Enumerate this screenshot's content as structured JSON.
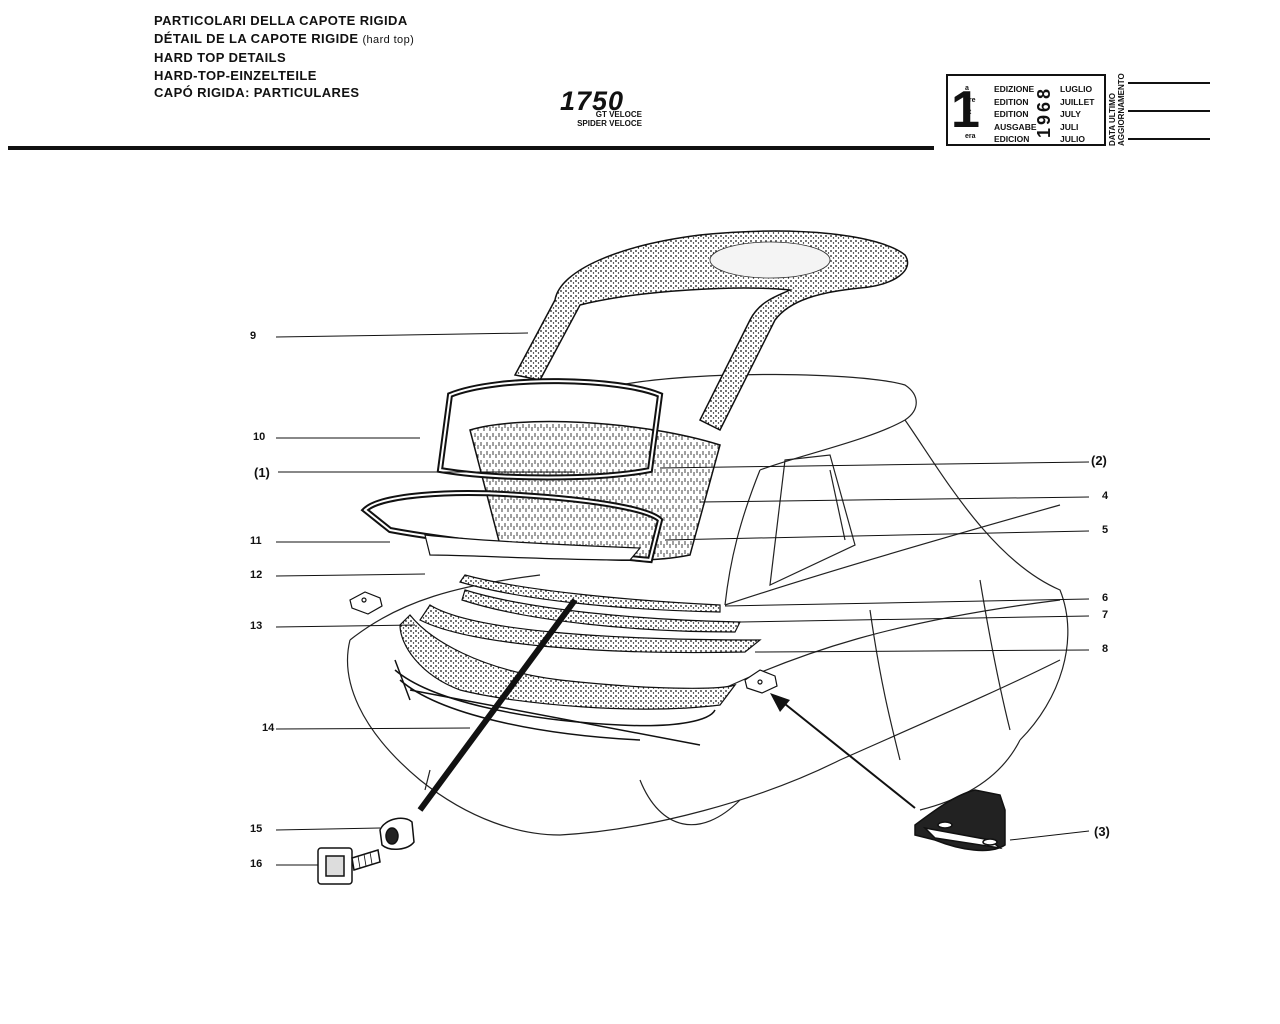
{
  "header": {
    "title_it": "PARTICOLARI DELLA CAPOTE RIGIDA",
    "title_fr": "DÉTAIL DE LA CAPOTE RIGIDE",
    "title_fr_note": "(hard top)",
    "title_en": "HARD TOP DETAILS",
    "title_de": "HARD-TOP-EINZELTEILE",
    "title_es": "CAPÓ RIGIDA: PARTICULARES"
  },
  "model": {
    "number": "1750",
    "variant_1": "GT VELOCE",
    "variant_2": "SPIDER VELOCE"
  },
  "edition": {
    "number": "1",
    "suffixes": [
      "a",
      "ere",
      "st",
      ".",
      "era"
    ],
    "words": [
      "EDIZIONE",
      "EDITION",
      "EDITION",
      "AUSGABE",
      "EDICION"
    ],
    "year": "1968",
    "months": [
      "LUGLIO",
      "JUILLET",
      "JULY",
      "JULI",
      "JULIO"
    ],
    "update_label_1": "DATA ULTIMO",
    "update_label_2": "AGGIORNAMENTO"
  },
  "callouts": {
    "c9": "9",
    "c10": "10",
    "c1": "(1)",
    "c11": "11",
    "c12": "12",
    "c13": "13",
    "c14": "14",
    "c15": "15",
    "c16": "16",
    "c2": "(2)",
    "c4": "4",
    "c5": "5",
    "c6": "6",
    "c7": "7",
    "c8": "8",
    "c3": "(3)"
  }
}
